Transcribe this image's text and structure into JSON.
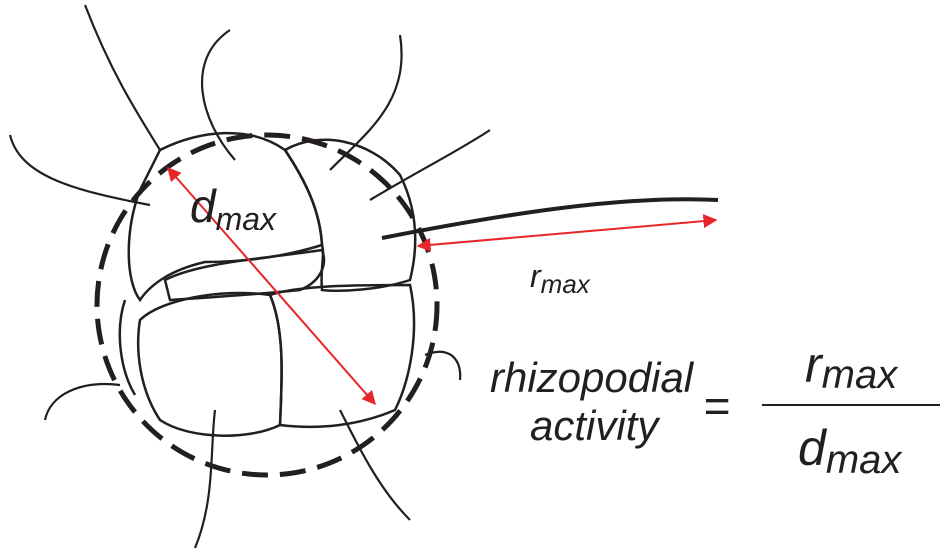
{
  "diagram": {
    "d_label": {
      "main": "d",
      "sub": "max"
    },
    "r_label": {
      "main": "r",
      "sub": "max"
    },
    "formula": {
      "lhs_line1": "rhizopodial",
      "lhs_line2": "activity",
      "equals": "=",
      "numerator": {
        "main": "r",
        "sub": "max"
      },
      "denominator": {
        "main": "d",
        "sub": "max"
      }
    },
    "colors": {
      "arrow": "#e8262a",
      "ink": "#231f20"
    }
  }
}
